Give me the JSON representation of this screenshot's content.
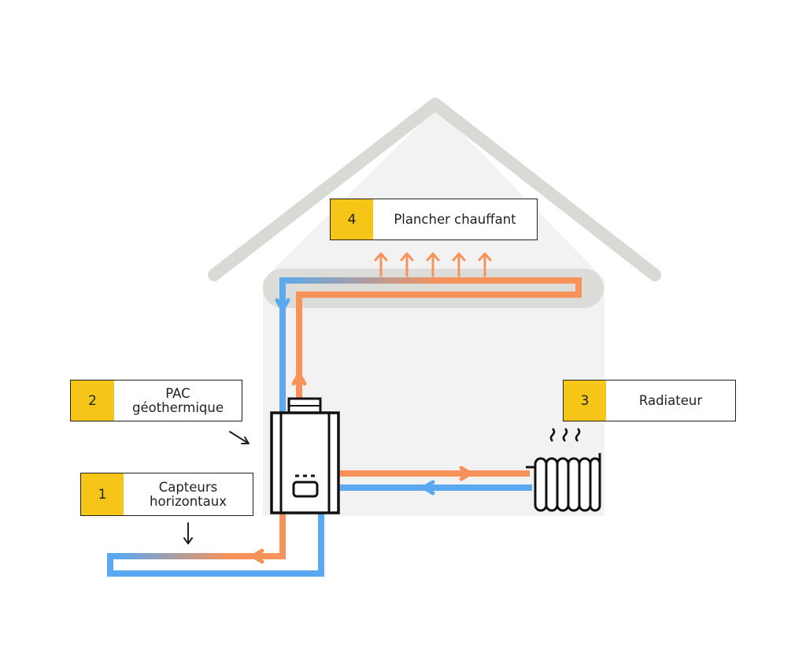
{
  "labels": [
    {
      "num": "1",
      "text": "Capteurs\nhorizontaux"
    },
    {
      "num": "2",
      "text": "PAC\ngéothermique"
    },
    {
      "num": "3",
      "text": "Radiateur"
    },
    {
      "num": "4",
      "text": "Plancher chauffant"
    }
  ],
  "colors": {
    "hot": "#f7925a",
    "cold": "#5aa9f0",
    "house_fill": "#f2f2f2",
    "roof": "#d9d9d6",
    "badge": "#f5c518",
    "outline": "#111111"
  }
}
